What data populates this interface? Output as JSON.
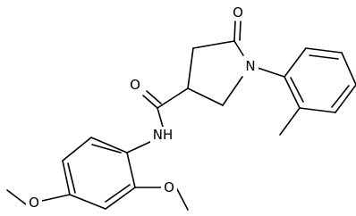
{
  "molecule": {
    "atoms": {
      "ring_oxygen": "O",
      "amide_oxygen": "O",
      "ring_nitrogen": "N",
      "amide_nh": "NH",
      "methoxy_oxygen_left": "O",
      "methoxy_oxygen_right": "O"
    },
    "colors": {
      "bond": "#000000",
      "background": "#ffffff"
    }
  }
}
